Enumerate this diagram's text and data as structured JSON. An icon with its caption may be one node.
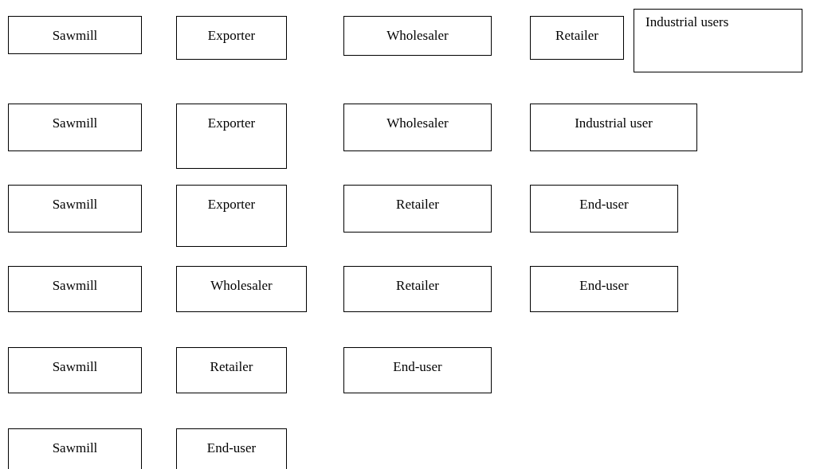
{
  "diagram": {
    "nodes": [
      {
        "text": [
          "Sawmill"
        ]
      },
      {
        "text": [
          "Exporter"
        ]
      },
      {
        "text": [
          "Wholesaler"
        ]
      },
      {
        "text": [
          "Retailer"
        ]
      },
      {
        "text": [
          "Industrial users"
        ]
      },
      {
        "text": [
          "Sawmill"
        ]
      },
      {
        "text": [
          "Exporter"
        ]
      },
      {
        "text": [
          "Wholesaler"
        ]
      },
      {
        "text": [
          "Industrial user"
        ]
      },
      {
        "text": [
          "Sawmill"
        ]
      },
      {
        "text": [
          "Exporter"
        ]
      },
      {
        "text": [
          "Retailer"
        ]
      },
      {
        "text": [
          "End-user"
        ]
      },
      {
        "text": [
          "Sawmill"
        ]
      },
      {
        "text": [
          "Wholesaler"
        ]
      },
      {
        "text": [
          "Retailer"
        ]
      },
      {
        "text": [
          "End-user"
        ]
      },
      {
        "text": [
          "Sawmill"
        ]
      },
      {
        "text": [
          "Retailer"
        ]
      },
      {
        "text": [
          "End-user"
        ]
      },
      {
        "text": [
          "Sawmill"
        ]
      },
      {
        "text": [
          "End-user"
        ]
      }
    ]
  }
}
